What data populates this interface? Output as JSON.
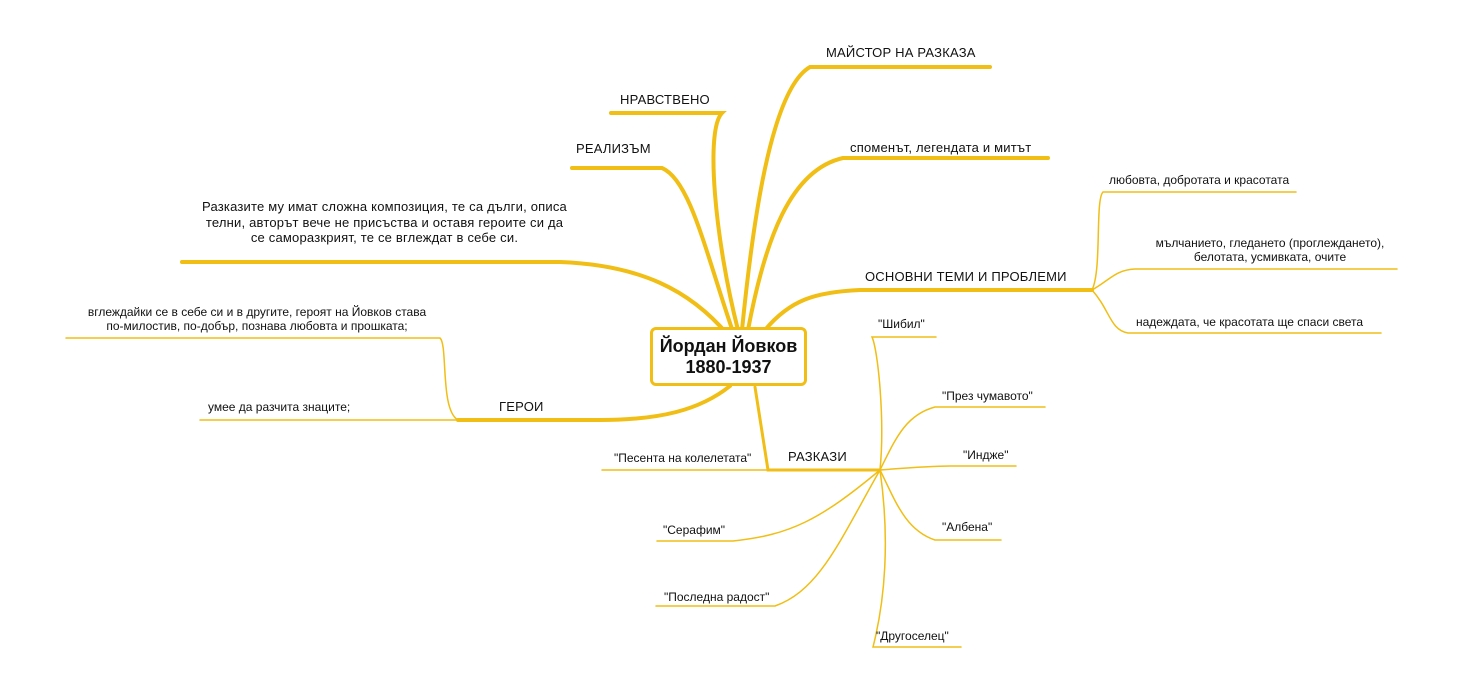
{
  "colors": {
    "branch": "#f0be14",
    "text": "#111111",
    "background": "#ffffff"
  },
  "center": {
    "title": "Йордан Йовков",
    "years": "1880-1937"
  },
  "branches": {
    "master": "МАЙСТОР НА РАЗКАЗА",
    "moral": "НРАВСТВЕНО",
    "realism": "РЕАЛИЗЪМ",
    "memory": "споменът, легендата и митът",
    "composition_line1": "Разказите му имат сложна композиция, те са дълги, описа",
    "composition_line2": "телни, авторът вече не присъства и оставя героите си да",
    "composition_line3": "се саморазкрият, те се вглеждат в себе си.",
    "themes": {
      "label": "ОСНОВНИ ТЕМИ И ПРОБЛЕМИ",
      "items": [
        "любовта, добротата и красотата",
        "мълчанието, гледането (проглеждането),",
        "белотата, усмивката, очите",
        "надеждата, че красотата ще спаси света"
      ]
    },
    "heroes": {
      "label": "ГЕРОИ",
      "items": [
        "вглеждайки се в себе си и в другите, героят на Йовков става",
        "по-милостив, по-добър, познава любовта и прошката;",
        "умее да разчита знаците;"
      ]
    },
    "stories": {
      "label": "РАЗКАЗИ",
      "items": [
        "\"Шибил\"",
        "\"През чумавото\"",
        "\"Индже\"",
        "\"Албена\"",
        "\"Другоселец\"",
        "\"Последна радост\"",
        "\"Серафим\"",
        "\"Песента на колелетата\""
      ]
    }
  }
}
